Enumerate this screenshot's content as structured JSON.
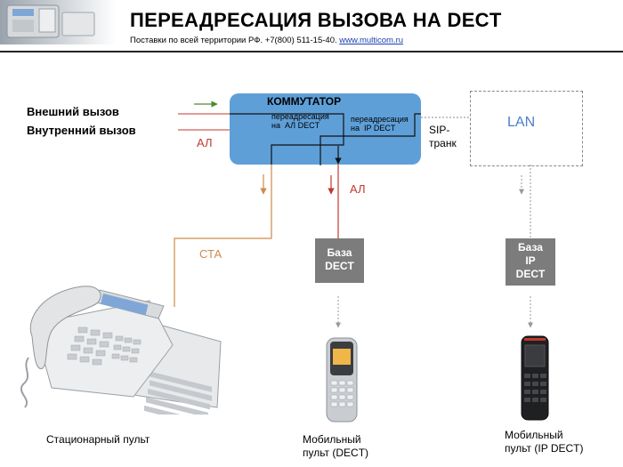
{
  "header": {
    "title": "ПЕРЕАДРЕСАЦИЯ ВЫЗОВА НА DECT",
    "subtitle_text": "Поставки по всей территории  РФ. +7(800) 511-15-40.",
    "subtitle_link": "www.multicom.ru"
  },
  "inputs": {
    "external_call": "Внешний  вызов",
    "internal_call": "Внутренний  вызов",
    "al_label": "АЛ"
  },
  "switch": {
    "title": "КОММУТАТОР",
    "redirect_al_dect": "переадресация\nна  АЛ DECT",
    "redirect_ip_dect": "переадресация\nна  IP DECT"
  },
  "links": {
    "sip_trunk": "SIP-\nтранк",
    "cta": "СТА",
    "al_down": "АЛ"
  },
  "lan": {
    "label": "LAN"
  },
  "bases": {
    "dect": "База\nDECT",
    "ip_dect": "База\nIP\nDECT"
  },
  "devices": {
    "stationary": "Стационарный пульт",
    "mobile_dect": "Мобильный\nпульт (DECT)",
    "mobile_ip_dect": "Мобильный\nпульт (IP DECT)"
  },
  "colors": {
    "switch_fill": "#5e9fd8",
    "analog_line": "#c0392b",
    "cta_line": "#d08a4a",
    "green_arrow": "#4e8a2e",
    "base_fill": "#7c7c7c"
  }
}
